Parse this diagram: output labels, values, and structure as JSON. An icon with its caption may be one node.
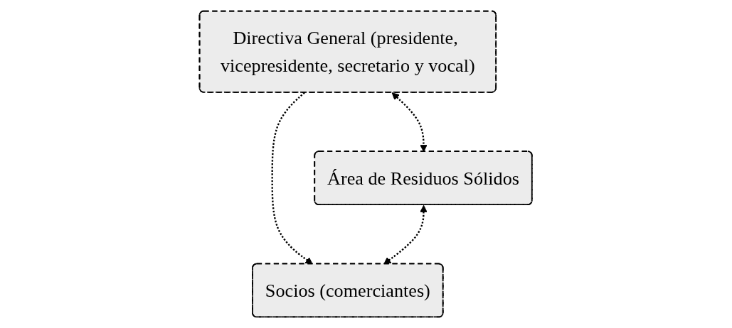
{
  "diagram": {
    "nodes": [
      {
        "text": [
          "Directiva General (presidente, vicepresidente, secretario y vocal)"
        ]
      },
      {
        "text": [
          "Área de Residuos Sólidos"
        ]
      },
      {
        "text": [
          "Socios (comerciantes)"
        ]
      }
    ],
    "edges": [
      {
        "from": 0,
        "to": 1,
        "arrow": "both",
        "style": "dashed"
      },
      {
        "from": 0,
        "to": 2,
        "arrow": "to",
        "style": "dashed"
      },
      {
        "from": 1,
        "to": 2,
        "arrow": "both",
        "style": "dashed"
      }
    ]
  }
}
